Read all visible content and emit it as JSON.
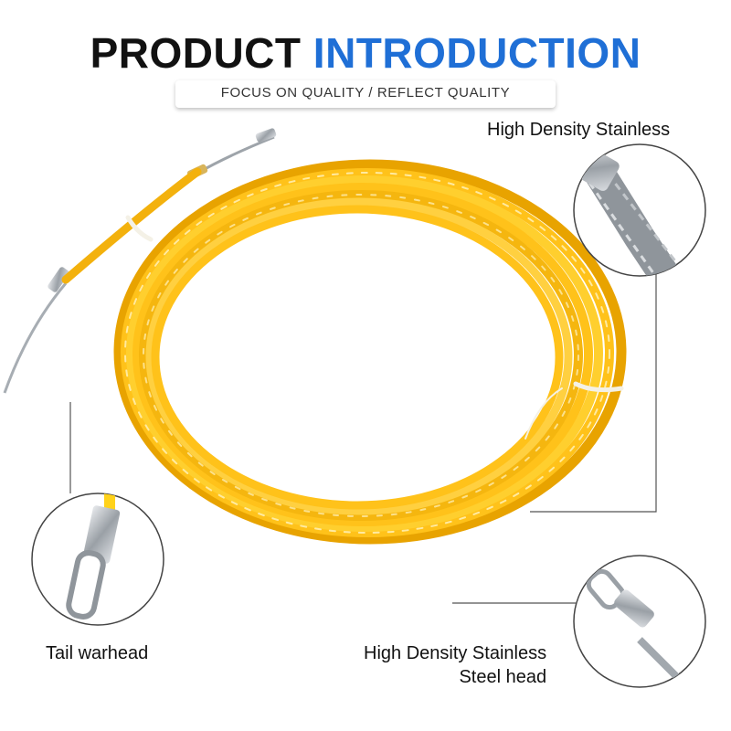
{
  "header": {
    "title_part1": "PRODUCT",
    "title_part2": "INTRODUCTION",
    "subtitle": "FOCUS ON QUALITY / REFLECT QUALITY"
  },
  "callouts": {
    "top_right": "High Density Stainless",
    "bottom_left": "Tail warhead",
    "bottom_right_line1": "High Density Stainless",
    "bottom_right_line2": "Steel head"
  },
  "colors": {
    "accent": "#1f6fd6",
    "cable_yellow": "#ffc21a",
    "steel": "#b9bec4"
  }
}
